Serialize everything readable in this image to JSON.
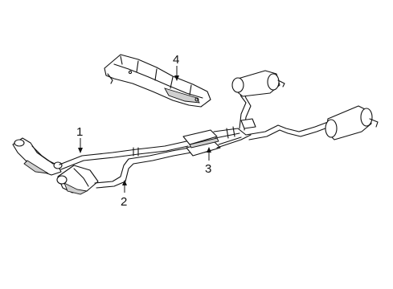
{
  "callouts": [
    {
      "id": "1",
      "label": "1"
    },
    {
      "id": "2",
      "label": "2"
    },
    {
      "id": "3",
      "label": "3"
    },
    {
      "id": "4",
      "label": "4"
    }
  ],
  "colors": {
    "line": "#111111",
    "background": "#ffffff",
    "shade": "#cfcfcf"
  }
}
